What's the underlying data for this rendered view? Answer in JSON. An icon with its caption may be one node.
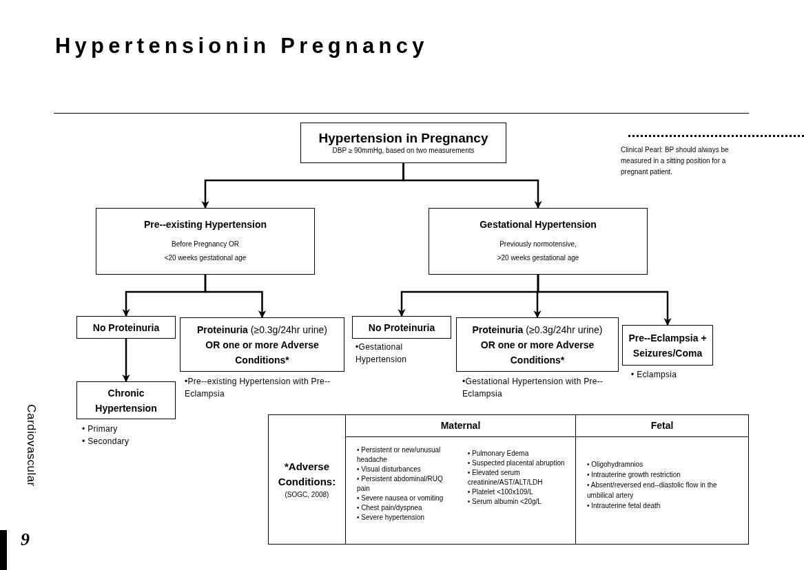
{
  "diagram": {
    "title": "Hypertensionin Pregnancy",
    "nodes": [
      {
        "text": [
          "Hypertension in Pregnancy",
          "DBP ≥ 90mmHg, based on two measurements"
        ]
      },
      {
        "text": [
          "Pre--existing Hypertension",
          "Before Pregnancy OR",
          "<20 weeks gestational age"
        ]
      },
      {
        "text": [
          "Gestational Hypertension",
          "Previously normotensive,",
          ">20 weeks gestational age"
        ]
      },
      {
        "text": [
          "No Proteinuria"
        ]
      },
      {
        "text": [
          "**Proteinuria** (≥0.3g/24hr urine)",
          "OR one or more Adverse Conditions*"
        ],
        "beside": [
          "•Pre--existing Hypertension with Pre--Eclampsia"
        ]
      },
      {
        "text": [
          "No Proteinuria"
        ],
        "beside": [
          "•Gestational Hypertension"
        ]
      },
      {
        "text": [
          "**Proteinuria** (≥0.3g/24hr urine)",
          "OR one or more Adverse Conditions*"
        ],
        "beside": [
          "•Gestational Hypertension with Pre--Eclampsia"
        ]
      },
      {
        "text": [
          "Pre--Eclampsia + Seizures/Coma"
        ],
        "beside": [
          "• Eclampsia"
        ]
      },
      {
        "text": [
          "Chronic Hypertension"
        ],
        "beside": [
          "• Primary",
          "• Secondary"
        ]
      }
    ],
    "edges": [
      {
        "from": 0,
        "to": 1,
        "arrow": "to"
      },
      {
        "from": 0,
        "to": 2,
        "arrow": "to"
      },
      {
        "from": 1,
        "to": 3,
        "arrow": "to"
      },
      {
        "from": 1,
        "to": 4,
        "arrow": "to"
      },
      {
        "from": 2,
        "to": 5,
        "arrow": "to"
      },
      {
        "from": 2,
        "to": 6,
        "arrow": "to"
      },
      {
        "from": 2,
        "to": 7,
        "arrow": "to"
      },
      {
        "from": 3,
        "to": 8,
        "arrow": "to"
      }
    ],
    "labels": [
      "Clinical Pearl: BP should always be measured in a sitting position for a pregnant patient.",
      "Cardiovascular",
      "9",
      "Maternal",
      "Fetal",
      "*Adverse Conditions:",
      "(SOGC, 2008)",
      "• Persistent or new/unusual headache",
      "• Visual disturbances",
      "• Persistent abdominal/RUQ pain",
      "• Severe nausea or vomiting",
      "• Chest pain/dyspnea",
      "• Severe hypertension",
      "• Pulmonary Edema",
      "• Suspected placental abruption",
      "• Elevated serum creatinine/AST/ALT/LDH",
      "• Platelet <100x109/L",
      "• Serum albumin <20g/L",
      "• Oligohydramnios",
      "• Intrauterine growth restriction",
      "• Absent/reversed end--diastolic flow in the umbilical artery",
      "• Intrauterine fetal death"
    ]
  }
}
